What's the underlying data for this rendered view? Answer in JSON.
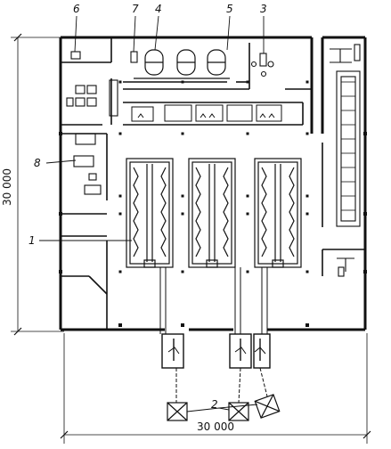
{
  "labels": {
    "l1": "1",
    "l2": "2",
    "l3": "3",
    "l4": "4",
    "l5": "5",
    "l6": "6",
    "l7": "7",
    "l8": "8"
  },
  "dimensions": {
    "width": "30 000",
    "height": "30 000"
  }
}
